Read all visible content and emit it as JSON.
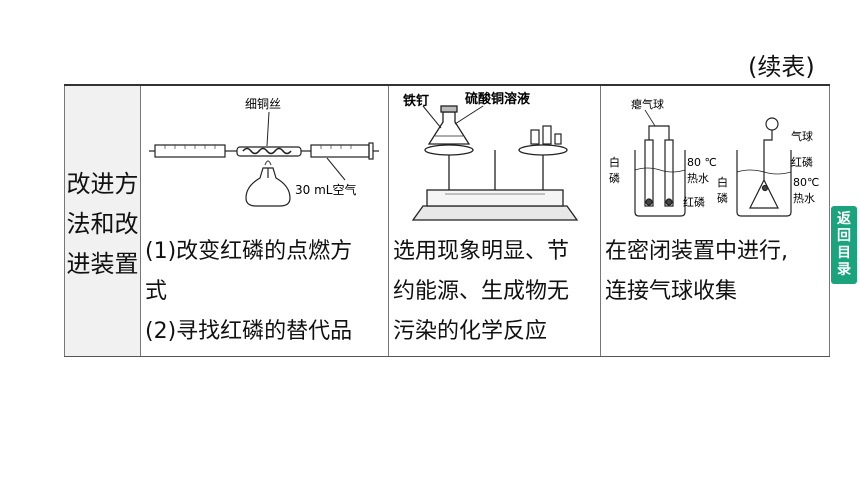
{
  "continued_label": "(续表)",
  "row_header": [
    "改进方",
    "法和改",
    "进装置"
  ],
  "columns": [
    {
      "figure_labels": {
        "wire": "细铜丝",
        "air": "30 mL空气"
      },
      "lines": [
        "(1)改变红磷的点燃方",
        "式",
        "(2)寻找红磷的替代品"
      ]
    },
    {
      "figure_labels": {
        "nail": "铁钉",
        "solution": "硫酸铜溶液"
      },
      "lines": [
        "选用现象明显、节",
        "约能源、生成物无",
        "污染的化学反应"
      ]
    },
    {
      "figure_labels": {
        "flat_balloon": "瘪气球",
        "white_p_left": [
          "白",
          "磷"
        ],
        "hot_water_left": [
          "80 ℃",
          "热水"
        ],
        "red_p_left": "红磷",
        "balloon": "气球",
        "red_p_right": "红磷",
        "white_p_right": [
          "白",
          "磷"
        ],
        "hot_water_right": [
          "80℃",
          "热水"
        ]
      },
      "lines": [
        "在密闭装置中进行,",
        "连接气球收集"
      ]
    }
  ],
  "return_button": [
    "返",
    "回",
    "目",
    "录"
  ]
}
